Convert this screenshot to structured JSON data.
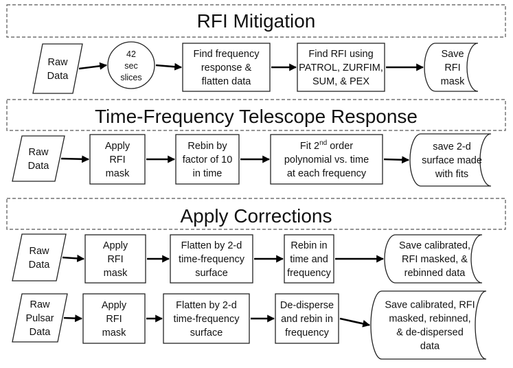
{
  "sections": [
    {
      "title": "RFI Mitigation",
      "nodes": [
        {
          "shape": "data",
          "lines": [
            "Raw",
            "Data"
          ]
        },
        {
          "shape": "circle",
          "lines": [
            "42",
            "sec",
            "slices"
          ]
        },
        {
          "shape": "process",
          "lines": [
            "Find frequency",
            "response &",
            "flatten data"
          ]
        },
        {
          "shape": "process",
          "lines": [
            "Find RFI using",
            "PATROL, ZURFIM,",
            "SUM, & PEX"
          ]
        },
        {
          "shape": "storage",
          "lines": [
            "Save",
            "RFI",
            "mask"
          ]
        }
      ]
    },
    {
      "title": "Time-Frequency Telescope Response",
      "nodes": [
        {
          "shape": "data",
          "lines": [
            "Raw",
            "Data"
          ]
        },
        {
          "shape": "process",
          "lines": [
            "Apply",
            "RFI",
            "mask"
          ]
        },
        {
          "shape": "process",
          "lines": [
            "Rebin by",
            "factor of 10",
            "in time"
          ]
        },
        {
          "shape": "process",
          "lines": [
            "Fit 2nd order",
            "polynomial vs. time",
            "at each frequency"
          ]
        },
        {
          "shape": "storage",
          "lines": [
            "save 2-d",
            "surface made",
            "with fits"
          ]
        }
      ]
    },
    {
      "title": "Apply Corrections",
      "rows": [
        {
          "nodes": [
            {
              "shape": "data",
              "lines": [
                "Raw",
                "Data"
              ]
            },
            {
              "shape": "process",
              "lines": [
                "Apply",
                "RFI",
                "mask"
              ]
            },
            {
              "shape": "process",
              "lines": [
                "Flatten by 2-d",
                "time-frequency",
                "surface"
              ]
            },
            {
              "shape": "process",
              "lines": [
                "Rebin in",
                "time and",
                "frequency"
              ]
            },
            {
              "shape": "storage",
              "lines": [
                "Save calibrated,",
                "RFI masked, &",
                "rebinned data"
              ]
            }
          ]
        },
        {
          "nodes": [
            {
              "shape": "data",
              "lines": [
                "Raw",
                "Pulsar",
                "Data"
              ]
            },
            {
              "shape": "process",
              "lines": [
                "Apply",
                "RFI",
                "mask"
              ]
            },
            {
              "shape": "process",
              "lines": [
                "Flatten by 2-d",
                "time-frequency",
                "surface"
              ]
            },
            {
              "shape": "process",
              "lines": [
                "De-disperse",
                "and rebin in",
                "frequency"
              ]
            },
            {
              "shape": "storage",
              "lines": [
                "Save calibrated, RFI",
                "masked, rebinned,",
                "& de-dispersed",
                "data"
              ]
            }
          ]
        }
      ]
    }
  ]
}
